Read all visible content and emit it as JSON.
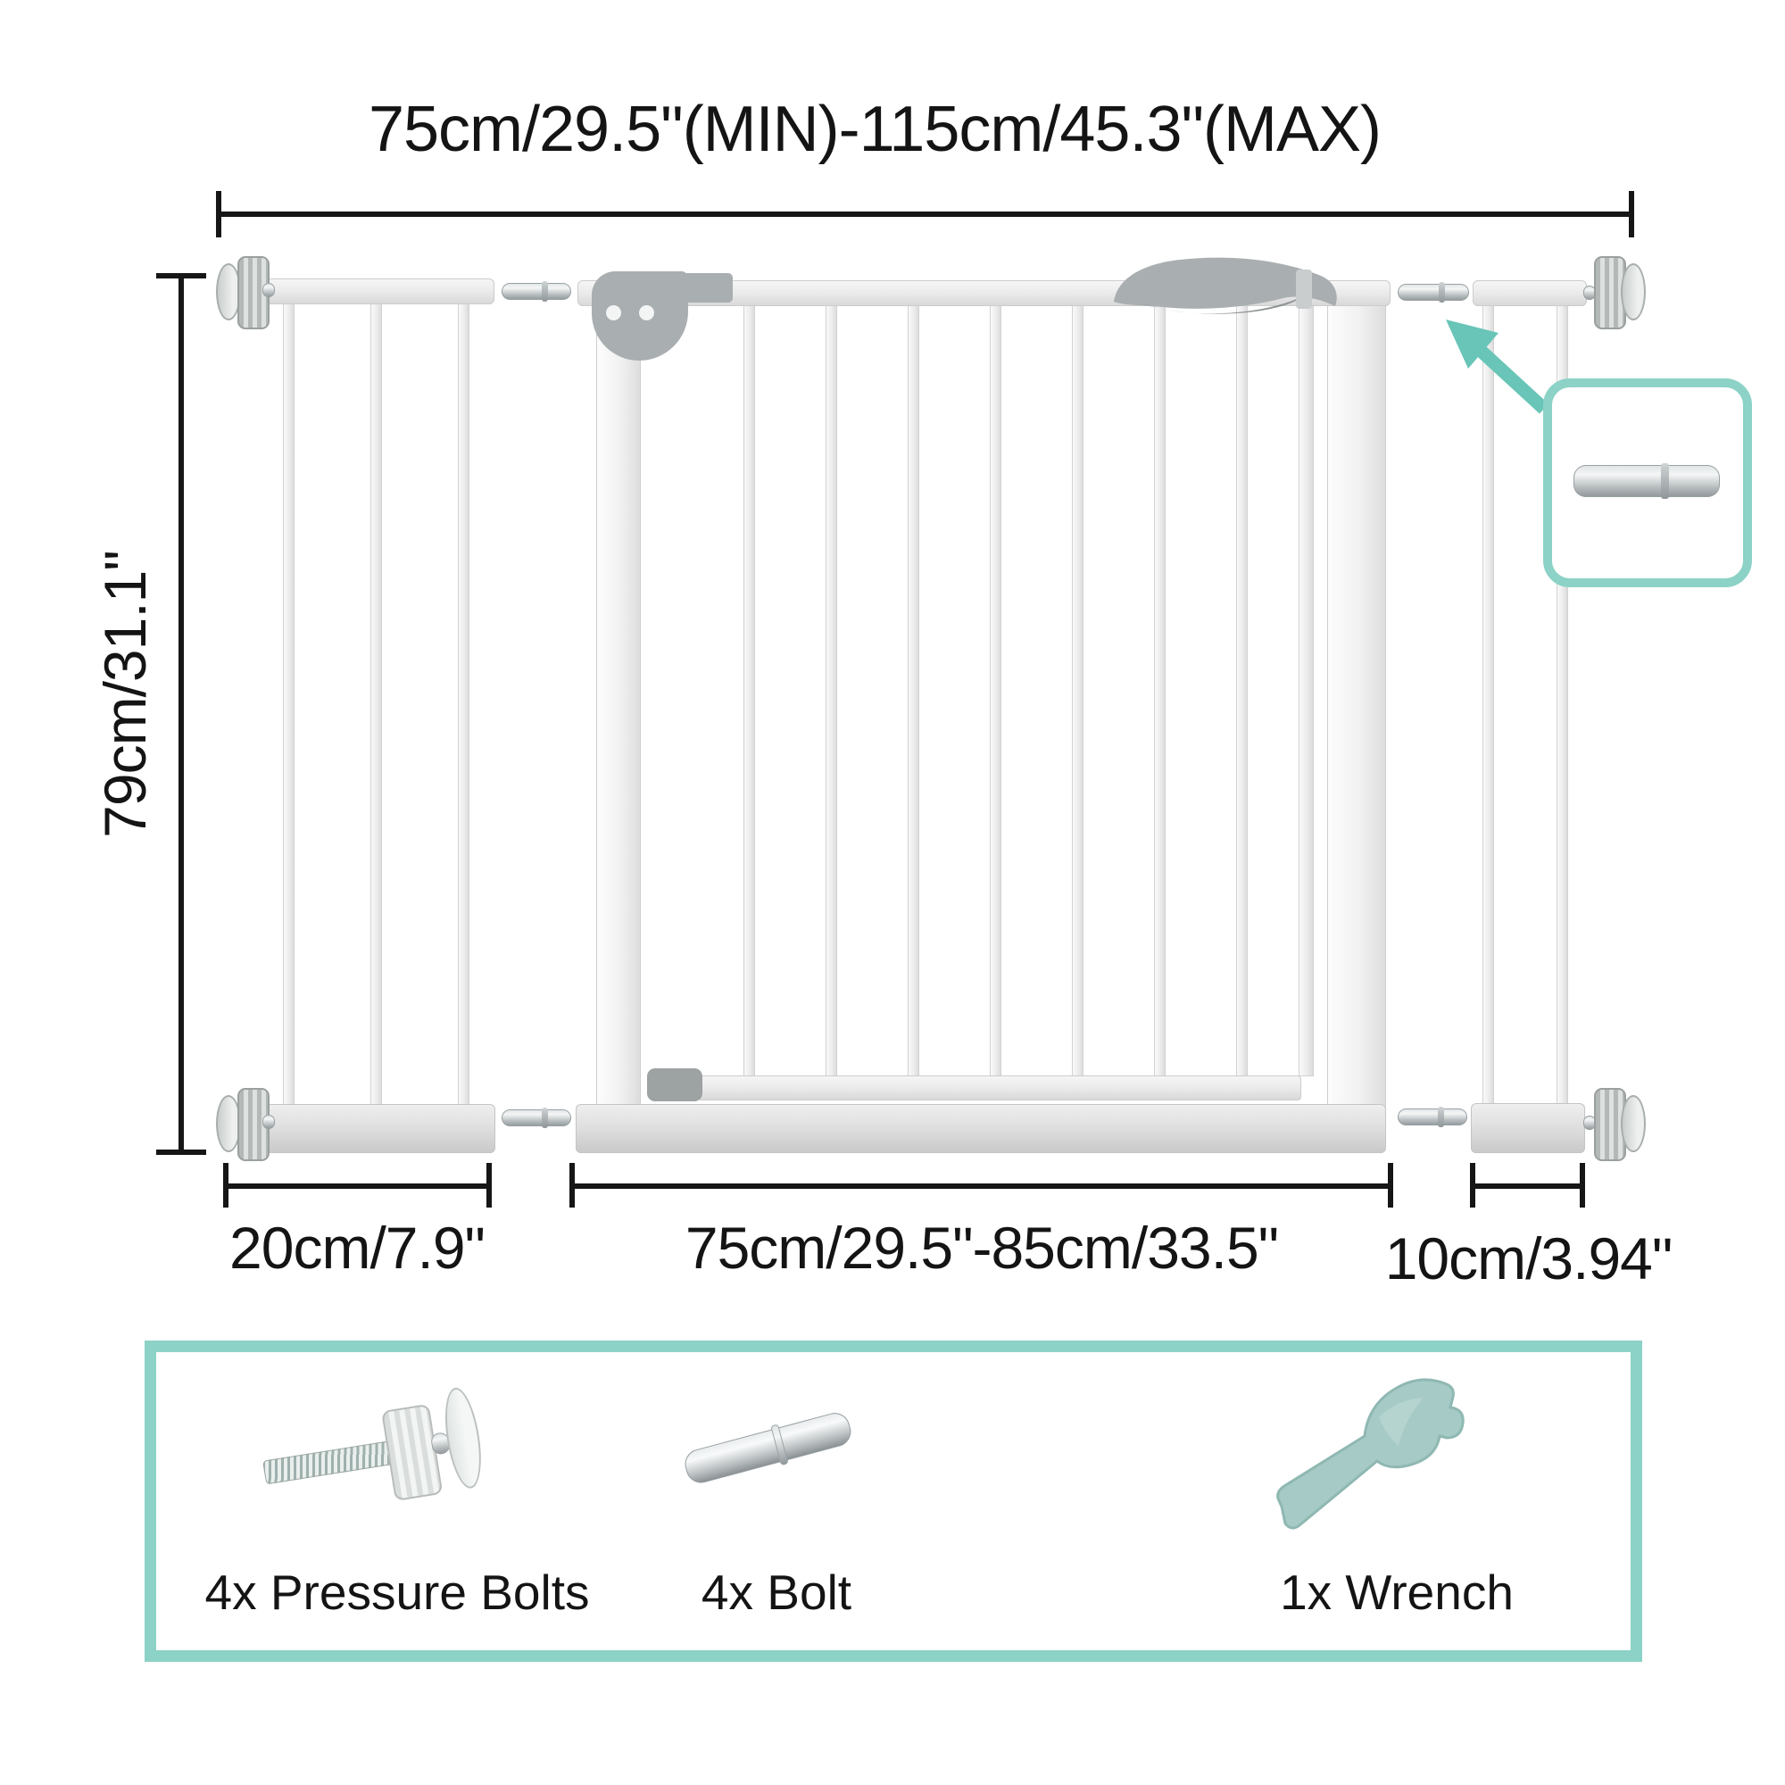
{
  "dimensions": {
    "overall_width_label": "75cm/29.5\"(MIN)-115cm/45.3\"(MAX)",
    "height_label": "79cm/31.1\"",
    "left_extension_label": "20cm/7.9\"",
    "gate_width_label": "75cm/29.5\"-85cm/33.5\"",
    "right_extension_label": "10cm/3.94\""
  },
  "included_parts": {
    "items": [
      {
        "label": "4x Pressure Bolts",
        "icon": "pressure-bolt"
      },
      {
        "label": "4x Bolt",
        "icon": "bolt"
      },
      {
        "label": "1x Wrench",
        "icon": "wrench"
      }
    ]
  },
  "colors": {
    "accent_teal": "#8CD2C6",
    "arrow_teal": "#68C5B7",
    "dimension_line": "#161616",
    "gate_gray": "#E6E6E6",
    "hardware_gray": "#A9AEB0"
  }
}
